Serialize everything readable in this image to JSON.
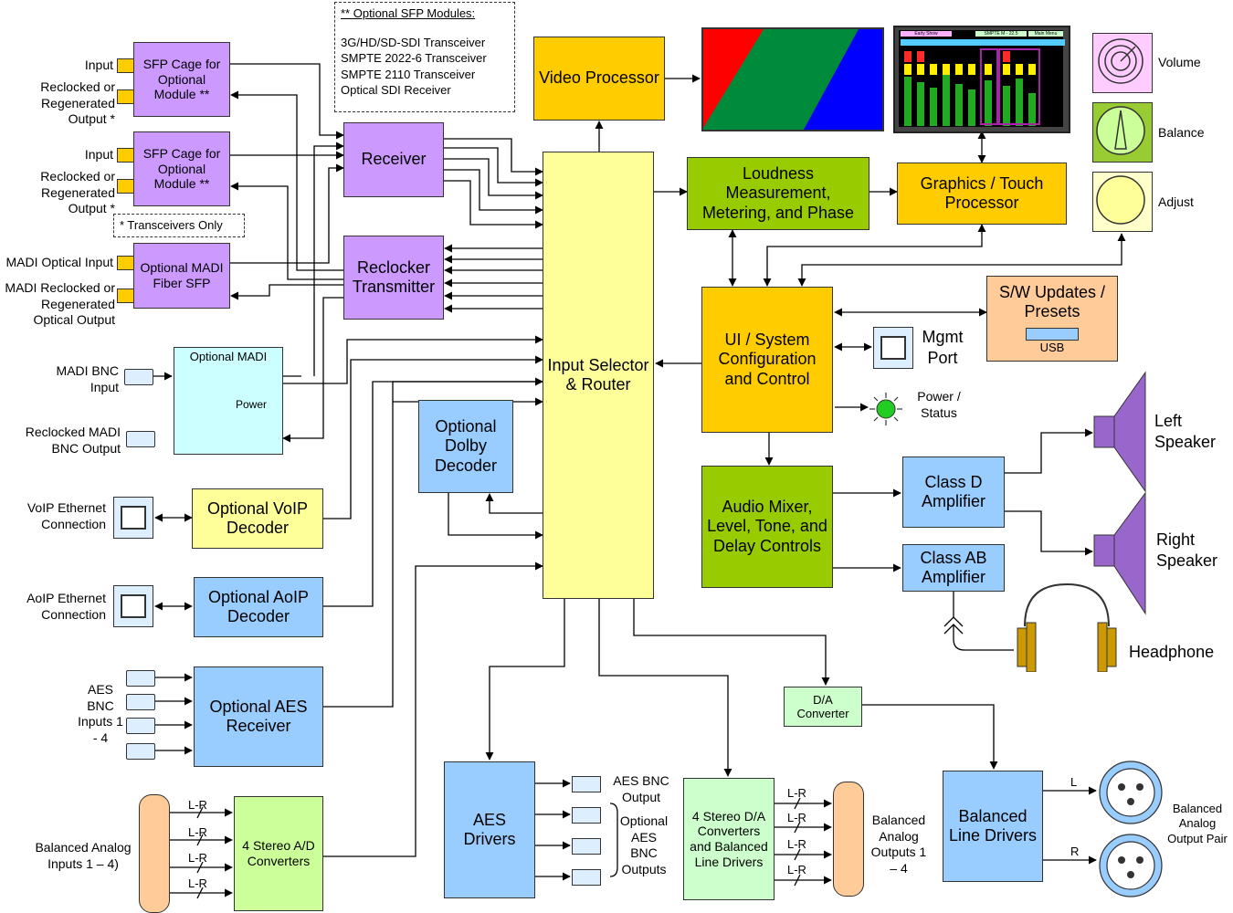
{
  "notes": {
    "sfp_heading": "** Optional SFP Modules:",
    "sfp_modules": [
      "3G/HD/SD-SDI Transceiver",
      "SMPTE 2022-6 Transceiver",
      "SMPTE 2110 Transceiver",
      "Optical SDI Receiver"
    ],
    "transceivers_only": "* Transceivers Only"
  },
  "blocks": {
    "sfp1": "SFP Cage for Optional Module **",
    "sfp2": "SFP Cage for Optional Module **",
    "madi_sfp": "Optional MADI Fiber SFP",
    "receiver": "Receiver",
    "reclocker": "Reclocker Transmitter",
    "optional_madi": "Optional MADI",
    "power_small": "Power",
    "voip": "Optional VoIP Decoder",
    "aoip": "Optional AoIP Decoder",
    "aes_receiver": "Optional AES Receiver",
    "ad_conv": "4 Stereo A/D Converters",
    "dolby": "Optional Dolby Decoder",
    "router": "Input Selector & Router",
    "video_proc": "Video Processor",
    "loudness": "Loudness Measurement, Metering, and Phase",
    "graphics": "Graphics / Touch Processor",
    "ui": "UI / System Configuration and Control",
    "sw_updates": "S/W Updates / Presets",
    "usb": "USB",
    "mixer": "Audio Mixer, Level, Tone, and Delay Controls",
    "class_d": "Class D Amplifier",
    "class_ab": "Class AB Amplifier",
    "aes_drivers": "AES Drivers",
    "da_conv": "4 Stereo D/A Converters and Balanced Line Drivers",
    "da_small": "D/A Converter",
    "bal_drivers": "Balanced Line Drivers"
  },
  "labels": {
    "input1": "Input",
    "output1": "Reclocked or Regenerated Output *",
    "input2": "Input",
    "output2": "Reclocked or Regenerated Output *",
    "madi_opt_in": "MADI Optical Input",
    "madi_opt_out": "MADI Reclocked or Regenerated Optical Output",
    "madi_bnc_in": "MADI BNC Input",
    "madi_bnc_out": "Reclocked MADI BNC Output",
    "voip_eth": "VoIP Ethernet Connection",
    "aoip_eth": "AoIP Ethernet Connection",
    "aes_in": "AES BNC Inputs 1 - 4",
    "bal_in": "Balanced Analog Inputs 1 – 4)",
    "mgmt": "Mgmt Port",
    "power_status": "Power / Status",
    "volume": "Volume",
    "balance": "Balance",
    "adjust": "Adjust",
    "left_spk": "Left Speaker",
    "right_spk": "Right Speaker",
    "headphone": "Headphone",
    "aes_bnc_out": "AES BNC Output",
    "opt_aes_out": "Optional AES BNC Outputs",
    "bal_out": "Balanced Analog Outputs 1 – 4",
    "bal_pair": "Balanced Analog Output Pair",
    "L": "L",
    "R": "R",
    "lr": "L-R"
  },
  "display": {
    "tab1": "Early Show",
    "tab2": "SMPTE M - 22.5",
    "tab3": "Main Menu"
  },
  "colors": {
    "purple": "#cc99ff",
    "yellow": "#ffff99",
    "blue": "#99ccff",
    "orange": "#ffcc00",
    "green": "#99cc00",
    "cyan": "#ccffff",
    "mint": "#ccffcc",
    "peach": "#ffcc99",
    "led": "#22cc22",
    "speaker": "#9966cc",
    "headphone": "#cc9900"
  }
}
